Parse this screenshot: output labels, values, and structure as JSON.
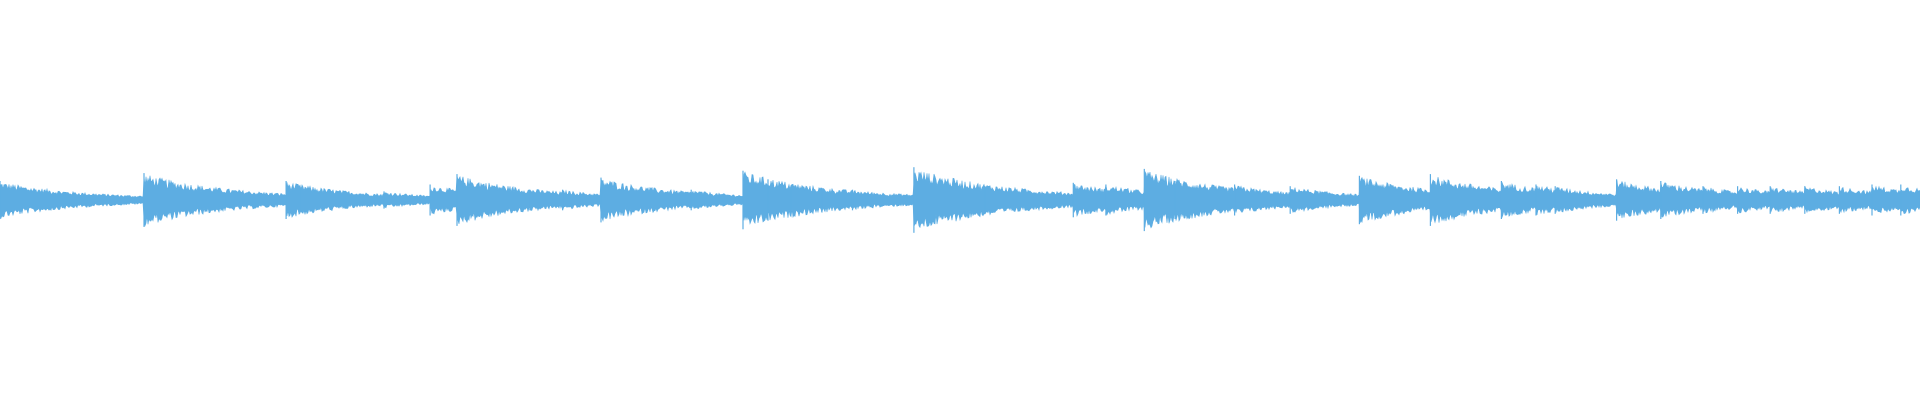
{
  "waveform": {
    "color": "#5dade2",
    "background": "#ffffff",
    "amplitude_scale": 30,
    "onsets": [
      {
        "t": 0.0,
        "peak": 0.55,
        "decay": 0.35
      },
      {
        "t": 0.075,
        "peak": 0.78,
        "decay": 0.4
      },
      {
        "t": 0.117,
        "peak": 0.22,
        "decay": 0.2
      },
      {
        "t": 0.149,
        "peak": 0.55,
        "decay": 0.3
      },
      {
        "t": 0.157,
        "peak": 0.35,
        "decay": 0.25
      },
      {
        "t": 0.2,
        "peak": 0.25,
        "decay": 0.2
      },
      {
        "t": 0.224,
        "peak": 0.45,
        "decay": 0.25
      },
      {
        "t": 0.238,
        "peak": 0.75,
        "decay": 0.35
      },
      {
        "t": 0.276,
        "peak": 0.3,
        "decay": 0.25
      },
      {
        "t": 0.293,
        "peak": 0.3,
        "decay": 0.25
      },
      {
        "t": 0.313,
        "peak": 0.65,
        "decay": 0.35
      },
      {
        "t": 0.36,
        "peak": 0.3,
        "decay": 0.2
      },
      {
        "t": 0.387,
        "peak": 0.85,
        "decay": 0.4
      },
      {
        "t": 0.4,
        "peak": 0.6,
        "decay": 0.25
      },
      {
        "t": 0.412,
        "peak": 0.4,
        "decay": 0.25
      },
      {
        "t": 0.428,
        "peak": 0.35,
        "decay": 0.25
      },
      {
        "t": 0.444,
        "peak": 0.3,
        "decay": 0.25
      },
      {
        "t": 0.476,
        "peak": 0.95,
        "decay": 0.45
      },
      {
        "t": 0.513,
        "peak": 0.4,
        "decay": 0.3
      },
      {
        "t": 0.559,
        "peak": 0.5,
        "decay": 0.3
      },
      {
        "t": 0.576,
        "peak": 0.45,
        "decay": 0.3
      },
      {
        "t": 0.596,
        "peak": 0.9,
        "decay": 0.4
      },
      {
        "t": 0.612,
        "peak": 0.55,
        "decay": 0.3
      },
      {
        "t": 0.643,
        "peak": 0.45,
        "decay": 0.25
      },
      {
        "t": 0.672,
        "peak": 0.4,
        "decay": 0.25
      },
      {
        "t": 0.708,
        "peak": 0.7,
        "decay": 0.35
      },
      {
        "t": 0.745,
        "peak": 0.75,
        "decay": 0.35
      },
      {
        "t": 0.782,
        "peak": 0.55,
        "decay": 0.3
      },
      {
        "t": 0.8,
        "peak": 0.45,
        "decay": 0.3
      },
      {
        "t": 0.81,
        "peak": 0.4,
        "decay": 0.25
      },
      {
        "t": 0.842,
        "peak": 0.6,
        "decay": 0.3
      },
      {
        "t": 0.865,
        "peak": 0.55,
        "decay": 0.3
      },
      {
        "t": 0.887,
        "peak": 0.4,
        "decay": 0.25
      },
      {
        "t": 0.905,
        "peak": 0.4,
        "decay": 0.25
      },
      {
        "t": 0.922,
        "peak": 0.4,
        "decay": 0.25
      },
      {
        "t": 0.94,
        "peak": 0.4,
        "decay": 0.25
      },
      {
        "t": 0.958,
        "peak": 0.4,
        "decay": 0.25
      },
      {
        "t": 0.975,
        "peak": 0.45,
        "decay": 0.25
      },
      {
        "t": 0.99,
        "peak": 0.45,
        "decay": 0.25
      }
    ]
  }
}
